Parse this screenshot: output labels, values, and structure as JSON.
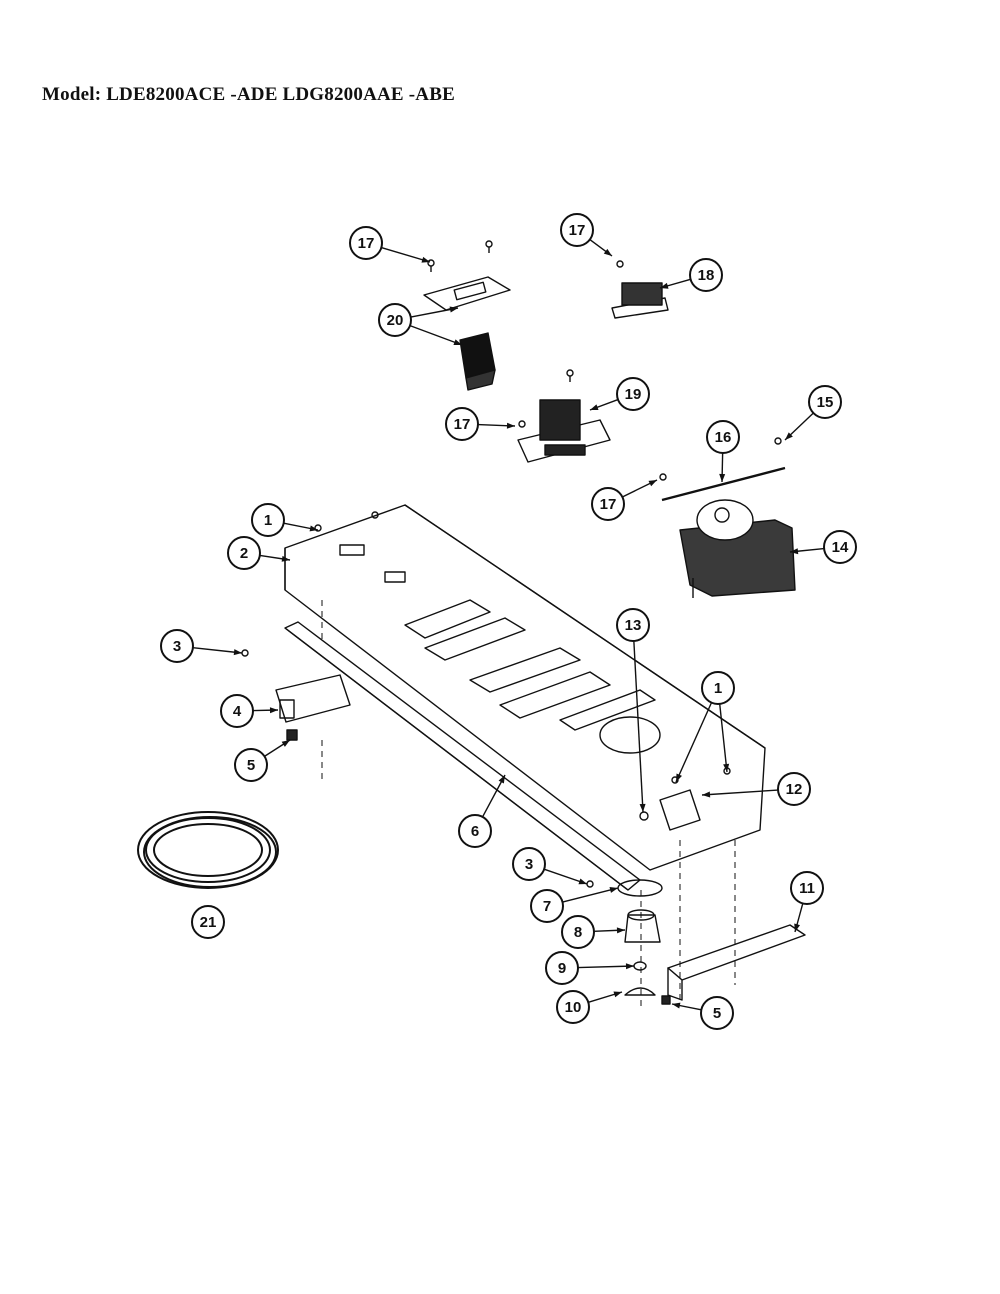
{
  "header": {
    "title": "Model: LDE8200ACE -ADE  LDG8200AAE -ABE"
  },
  "callouts": [
    {
      "label": "17"
    },
    {
      "label": "17"
    },
    {
      "label": "18"
    },
    {
      "label": "20"
    },
    {
      "label": "19"
    },
    {
      "label": "17"
    },
    {
      "label": "15"
    },
    {
      "label": "16"
    },
    {
      "label": "17"
    },
    {
      "label": "1"
    },
    {
      "label": "2"
    },
    {
      "label": "14"
    },
    {
      "label": "3"
    },
    {
      "label": "13"
    },
    {
      "label": "1"
    },
    {
      "label": "4"
    },
    {
      "label": "5"
    },
    {
      "label": "12"
    },
    {
      "label": "6"
    },
    {
      "label": "21"
    },
    {
      "label": "3"
    },
    {
      "label": "11"
    },
    {
      "label": "7"
    },
    {
      "label": "8"
    },
    {
      "label": "9"
    },
    {
      "label": "10"
    },
    {
      "label": "5"
    }
  ]
}
